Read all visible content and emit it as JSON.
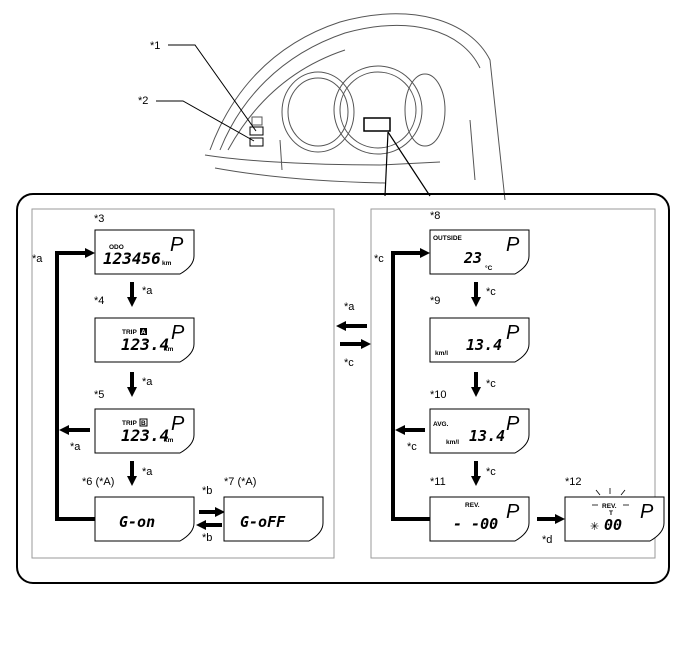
{
  "callouts": {
    "n1": "*1",
    "n2": "*2",
    "n3": "*3",
    "n4": "*4",
    "n5": "*5",
    "n6": "*6 (*A)",
    "n7": "*7 (*A)",
    "n8": "*8",
    "n9": "*9",
    "n10": "*10",
    "n11": "*11",
    "n12": "*12",
    "a": "*a",
    "b": "*b",
    "c": "*c",
    "d": "*d"
  },
  "displays": {
    "odo": {
      "tag": "ODO",
      "value": "123456",
      "unit": "km",
      "gear": "P"
    },
    "trip_a": {
      "tag": "TRIP",
      "sub": "A",
      "value": "123.4",
      "unit": "km",
      "gear": "P"
    },
    "trip_b": {
      "tag": "TRIP",
      "sub": "B",
      "value": "123.4",
      "unit": "km",
      "gear": "P"
    },
    "g_on": {
      "value": "G-on"
    },
    "g_off": {
      "value": "G-oFF"
    },
    "outside": {
      "tag": "OUTSIDE",
      "value": "23",
      "unit": "°C",
      "gear": "P"
    },
    "current_fuel": {
      "value": "13.4",
      "unit": "km/l",
      "gear": "P"
    },
    "avg_fuel": {
      "tag": "AVG.",
      "value": "13.4",
      "unit": "km/l",
      "gear": "P"
    },
    "rev": {
      "tag": "REV.",
      "value": "- -00",
      "gear": "P"
    },
    "rev_flash": {
      "tag": "REV.",
      "sub": "T",
      "value": "00",
      "gear": "P"
    }
  },
  "colors": {
    "line": "#000000",
    "panel_border": "#9a9a9a",
    "sketch": "#555555"
  }
}
